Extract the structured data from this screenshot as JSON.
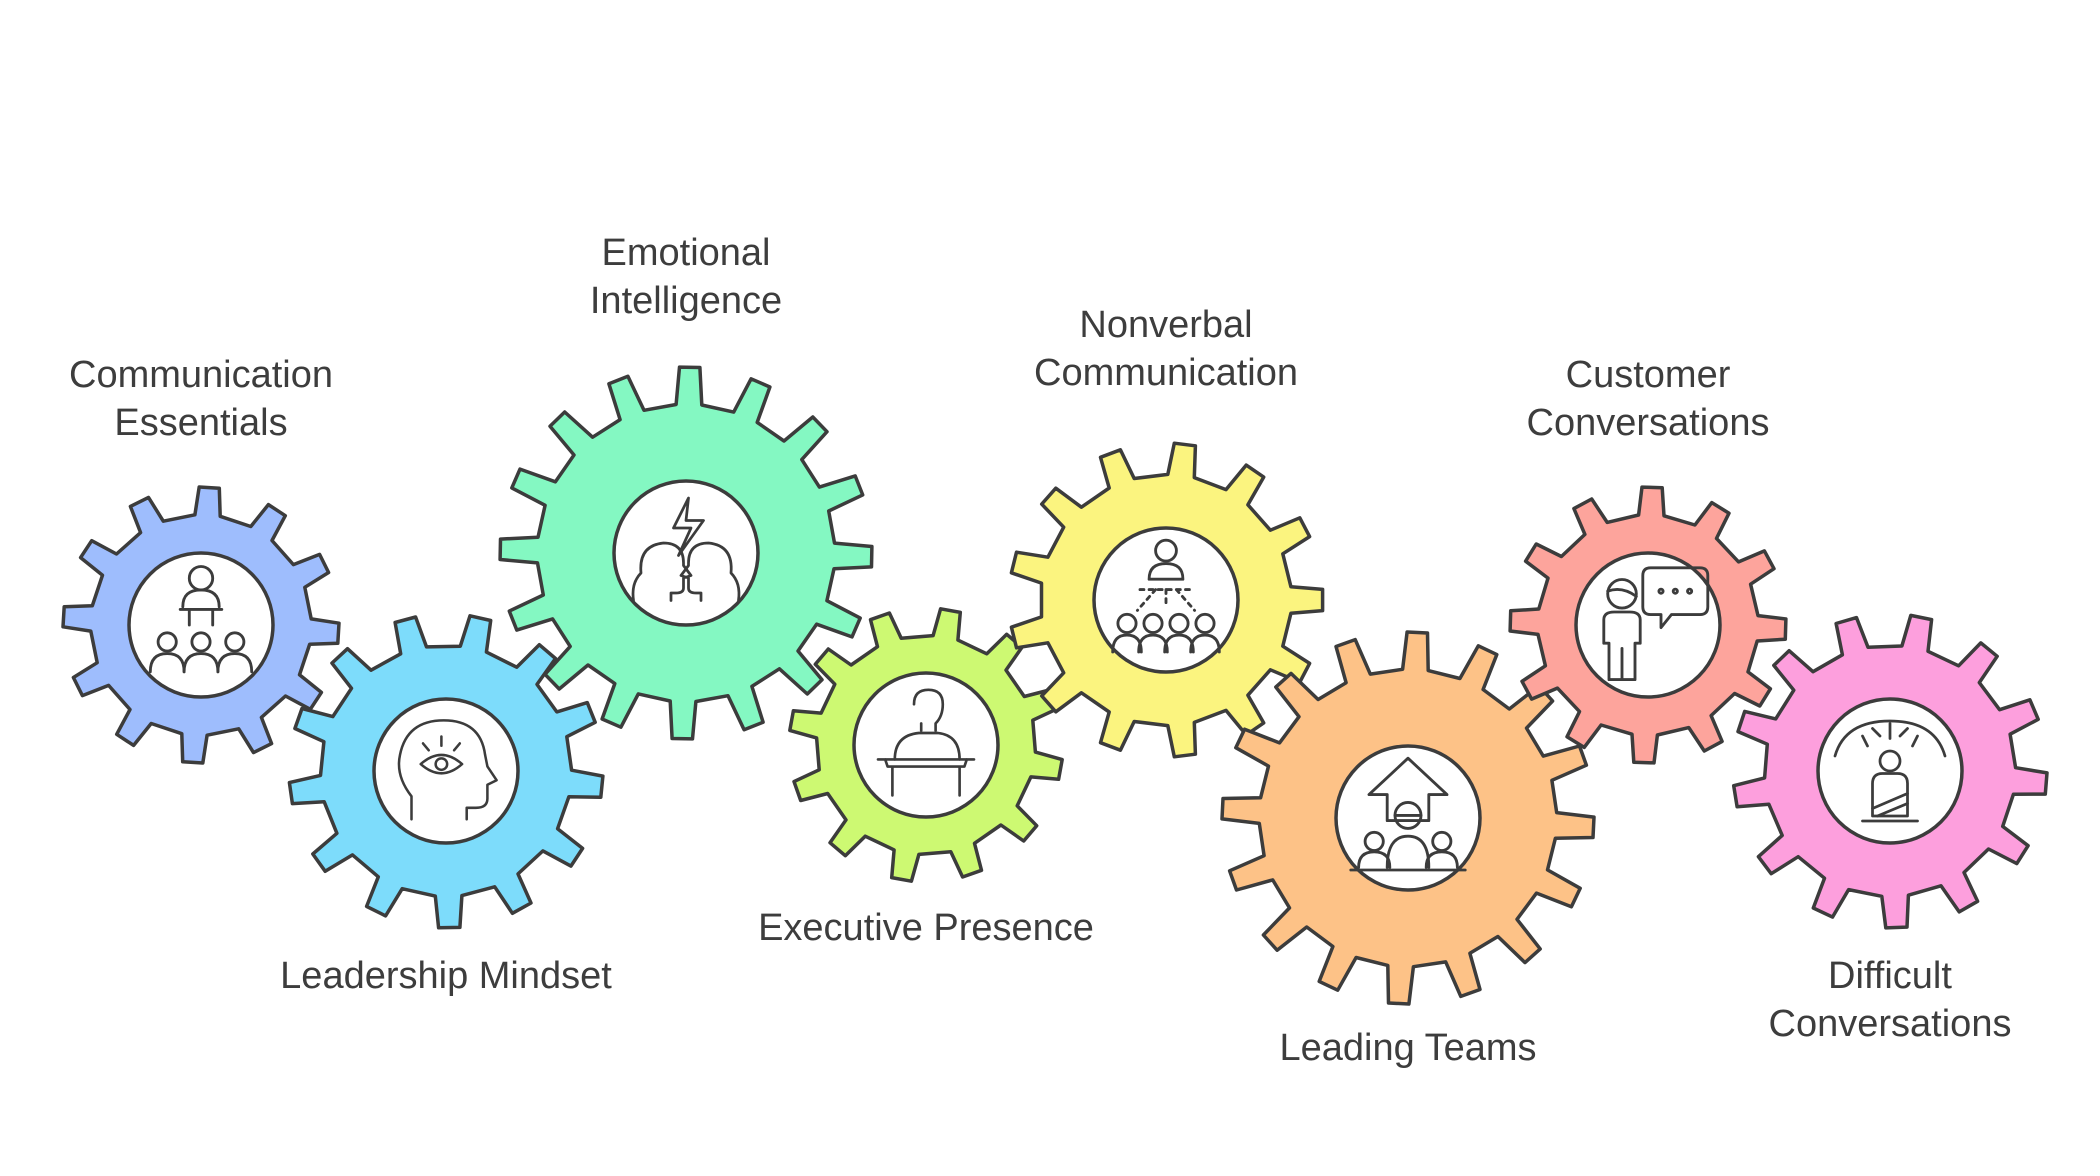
{
  "gears": [
    {
      "id": "communication-essentials",
      "label": [
        "Communication",
        "Essentials"
      ],
      "color": "#9ebdfd",
      "icon": "presenter-audience-icon"
    },
    {
      "id": "leadership-mindset",
      "label": [
        "Leadership Mindset"
      ],
      "color": "#7ddcfb",
      "icon": "head-eye-icon"
    },
    {
      "id": "emotional-intelligence",
      "label": [
        "Emotional",
        "Intelligence"
      ],
      "color": "#84f8c2",
      "icon": "faces-lightning-icon"
    },
    {
      "id": "executive-presence",
      "label": [
        "Executive Presence"
      ],
      "color": "#cdf972",
      "icon": "speaker-podium-icon"
    },
    {
      "id": "nonverbal-communication",
      "label": [
        "Nonverbal",
        "Communication"
      ],
      "color": "#fbf47f",
      "icon": "hierarchy-group-icon"
    },
    {
      "id": "leading-teams",
      "label": [
        "Leading Teams"
      ],
      "color": "#fdc287",
      "icon": "team-arrow-icon"
    },
    {
      "id": "customer-conversations",
      "label": [
        "Customer",
        "Conversations"
      ],
      "color": "#fda49c",
      "icon": "person-speech-bubble-icon"
    },
    {
      "id": "difficult-conversations",
      "label": [
        "Difficult",
        "Conversations"
      ],
      "color": "#fd9fdd",
      "icon": "person-thinking-icon"
    }
  ]
}
